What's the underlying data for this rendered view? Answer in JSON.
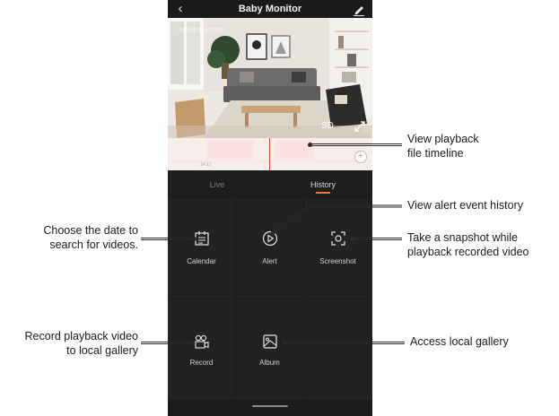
{
  "app": {
    "title": "Baby Monitor"
  },
  "video": {
    "timestamp": "2021-05-01 15:20:09",
    "quality_badge": "SD"
  },
  "timeline": {
    "time_label": "14:10"
  },
  "tabs": [
    {
      "label": "Live",
      "active": false
    },
    {
      "label": "History",
      "active": true
    }
  ],
  "features": [
    {
      "label": "Calendar",
      "icon": "calendar-icon"
    },
    {
      "label": "Alert",
      "icon": "play-circle-icon"
    },
    {
      "label": "Screenshot",
      "icon": "screenshot-icon"
    },
    {
      "label": "Record",
      "icon": "record-icon"
    },
    {
      "label": "Album",
      "icon": "album-icon"
    }
  ],
  "callouts": {
    "timeline_line1": "View playback",
    "timeline_line2": "file timeline",
    "alert": "View alert event history",
    "calendar_line1": "Choose the date to",
    "calendar_line2": "search for videos.",
    "screenshot_line1": "Take a snapshot while",
    "screenshot_line2": "playback recorded video",
    "record_line1": "Record playback video",
    "record_line2": "to local gallery",
    "album": "Access local gallery"
  },
  "colors": {
    "accent": "#e8743b",
    "playhead": "#e24a3b",
    "panel": "#1b1b1b"
  }
}
